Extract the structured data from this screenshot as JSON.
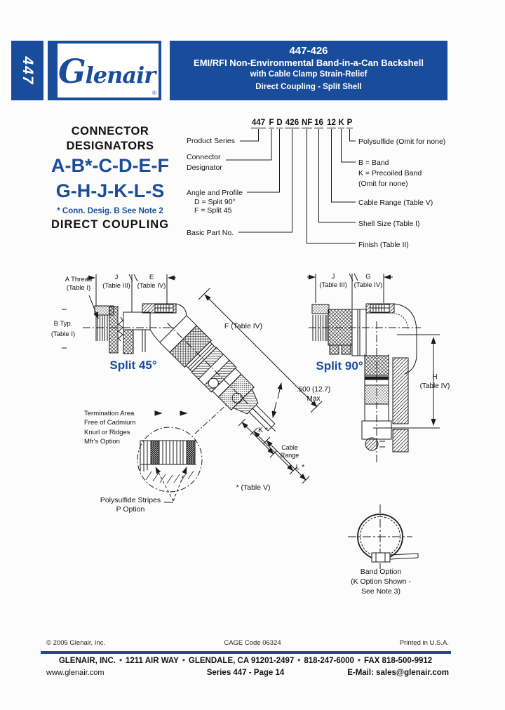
{
  "colors": {
    "brand_blue": "#1a4c9c",
    "line": "#1a1a1a"
  },
  "header": {
    "tab": "447",
    "logo": "Glenair",
    "registered": "®",
    "part_code": "447-426",
    "title_line1": "EMI/RFI Non-Environmental Band-in-a-Can Backshell",
    "title_line2": "with Cable Clamp Strain-Relief",
    "title_line3": "Direct Coupling - Split Shell"
  },
  "designators": {
    "heading": "CONNECTOR\nDESIGNATORS",
    "row1": "A-B*-C-D-E-F",
    "row2": "G-H-J-K-L-S",
    "note": "* Conn. Desig. B See Note 2",
    "coupling": "DIRECT COUPLING"
  },
  "part_number": {
    "codes": [
      "447",
      "F",
      "D",
      "426",
      "NF",
      "16",
      "12",
      "K",
      "P"
    ]
  },
  "callouts": {
    "product_series": "Product Series",
    "connector_designator": "Connector\nDesignator",
    "angle_profile": "Angle and Profile",
    "angle_d": "D = Split 90°",
    "angle_f": "F = Split 45",
    "basic_part": "Basic Part No.",
    "polysulfide": "Polysulfide (Omit for none)",
    "band_b": "B = Band",
    "band_k": "K = Precoiled Band",
    "band_omit": "(Omit for none)",
    "cable_range": "Cable Range (Table V)",
    "shell_size": "Shell Size (Table I)",
    "finish": "Finish (Table II)"
  },
  "drawing_45": {
    "title": "Split 45°",
    "a_thread": "A Thread\n(Table I)",
    "j": "J\n(Table III)",
    "e": "E\n(Table IV)",
    "b_typ": "B Typ.\n(Table I)",
    "f": "F (Table IV)",
    "max": ".500 (12.7)\nMax",
    "k": "K *",
    "cable_range": "Cable\nRange",
    "l": "L *",
    "table_v": "* (Table V)",
    "termination": "Termination Area\nFree of Cadmium\nKnurl or Ridges\nMfr's Option",
    "stripes": "Polysulfide Stripes\nP Option"
  },
  "drawing_90": {
    "title": "Split 90°",
    "j": "J\n(Table III)",
    "g": "G\n(Table IV)",
    "h": "H\n(Table IV)",
    "band_option": "Band Option\n(K Option Shown -\nSee Note 3)"
  },
  "footer": {
    "copyright": "© 2005 Glenair, Inc.",
    "cage": "CAGE Code 06324",
    "printed": "Printed in U.S.A.",
    "bullet": "•",
    "address_parts": [
      "GLENAIR, INC.",
      "1211 AIR WAY",
      "GLENDALE, CA 91201-2497",
      "818-247-6000",
      "FAX 818-500-9912"
    ],
    "web": "www.glenair.com",
    "series_page": "Series 447 - Page 14",
    "email": "E-Mail: sales@glenair.com"
  }
}
